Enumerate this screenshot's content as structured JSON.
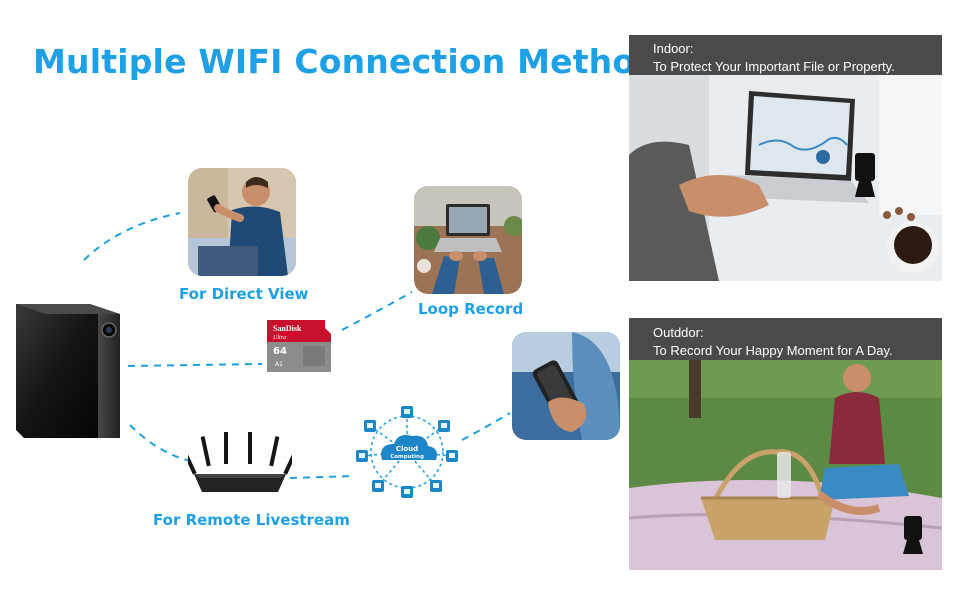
{
  "title": "Multiple WIFI Connection Methods",
  "labels": {
    "direct_view": "For Direct View",
    "loop_record": "Loop Record",
    "remote_livestream": "For Remote Livestream"
  },
  "sdcard": {
    "brand": "SanDisk",
    "line": "Ultra",
    "capacity": "64",
    "class_mark": "A1"
  },
  "cloud": {
    "line1": "Cloud",
    "line2": "Computing"
  },
  "indoor": {
    "heading": "Indoor:",
    "caption": "To Protect Your Important File or Property."
  },
  "outdoor": {
    "heading": "Outddor:",
    "caption": "To Record Your Happy Moment for A Day."
  },
  "colors": {
    "accent": "#1ea0e6",
    "panel_header": "#4a4a4a",
    "device": "#1b1b1b"
  },
  "icons": [
    "smartphone-user-photo",
    "laptop-user-photo",
    "phone-hand-photo",
    "wifi-router",
    "micro-sd-card",
    "cloud-network",
    "camera-device"
  ]
}
